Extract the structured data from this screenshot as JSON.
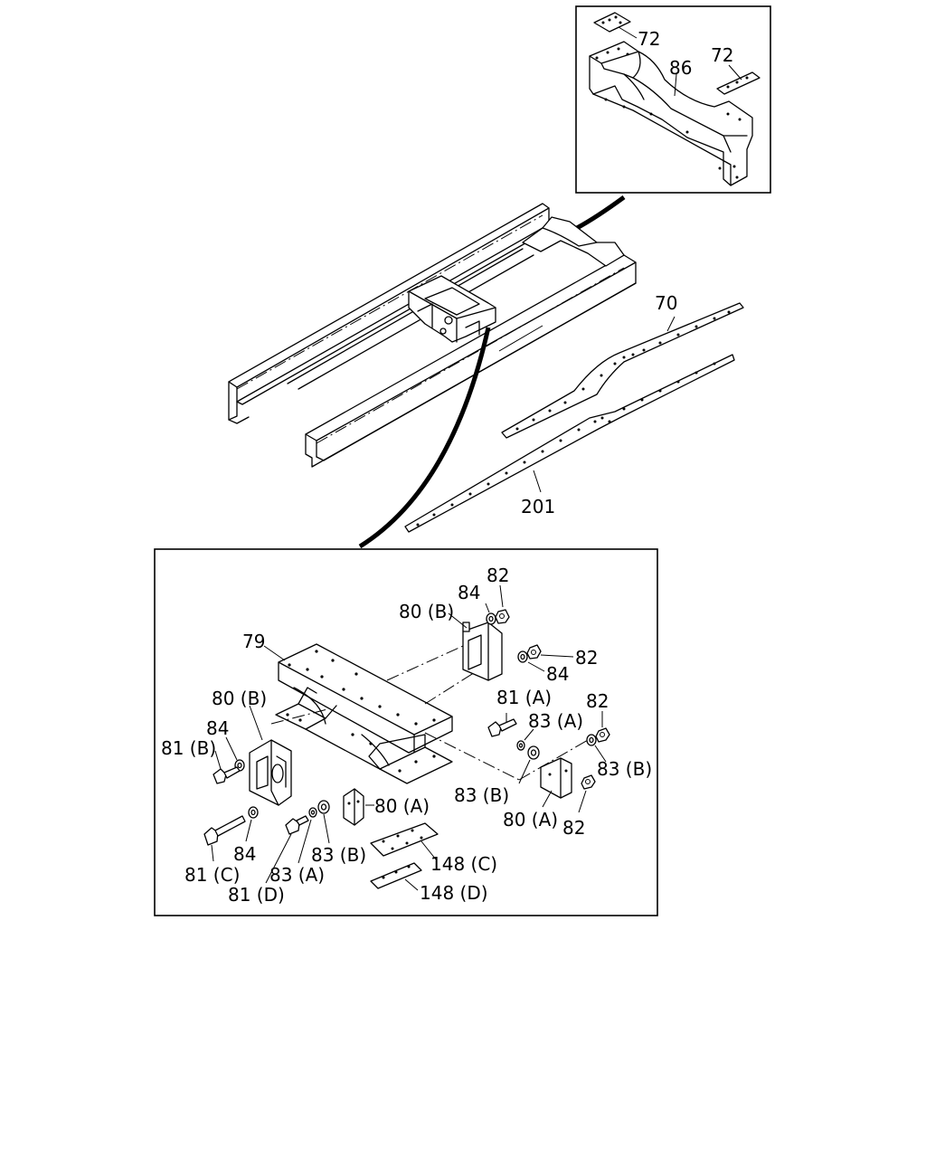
{
  "labels": {
    "p72_a": "72",
    "p72_b": "72",
    "p86": "86",
    "p70": "70",
    "p201": "201",
    "p79": "79",
    "p80b_top": "80 (B)",
    "p84_top": "84",
    "p82_top": "82",
    "p82_mid": "82",
    "p84_mid": "84",
    "p81a": "81 (A)",
    "p83a_right": "83 (A)",
    "p82_right": "82",
    "p83b_right": "83 (B)",
    "p83b_center": "83 (B)",
    "p80a_right": "80 (A)",
    "p82_bottom": "82",
    "p80b_left": "80 (B)",
    "p84_left": "84",
    "p81b": "81 (B)",
    "p80a_center": "80 (A)",
    "p81c": "81 (C)",
    "p84_low": "84",
    "p83a_low": "83 (A)",
    "p83b_low": "83 (B)",
    "p81d": "81 (D)",
    "p148c": "148 (C)",
    "p148d": "148 (D)"
  }
}
